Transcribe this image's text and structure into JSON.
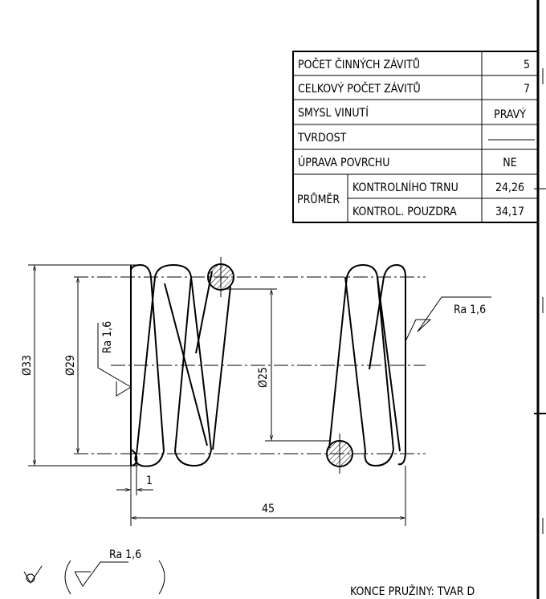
{
  "table": {
    "rows": [
      {
        "label": "POČET ČINNÝCH ZÁVITŮ",
        "value": "5"
      },
      {
        "label": "CELKOVÝ POČET ZÁVITŮ",
        "value": "7"
      },
      {
        "label": "SMYSL VINUTÍ",
        "value": "PRAVÝ"
      },
      {
        "label": "TVRDOST",
        "value": "———"
      },
      {
        "label": "ÚPRAVA POVRCHU",
        "value": "NE"
      }
    ],
    "group_label": "PRŮMĚR",
    "sub_rows": [
      {
        "label": "KONTROLNÍHO TRNU",
        "value": "24,26"
      },
      {
        "label": "KONTROL. POUZDRA",
        "value": "34,17"
      }
    ]
  },
  "dimensions": {
    "outer": "Ø33",
    "mean": "Ø29",
    "inner": "Ø25",
    "end_gap": "1",
    "length": "45"
  },
  "roughness": {
    "left": "Ra 1,6",
    "right": "Ra 1,6",
    "general": "Ra 1,6"
  },
  "note": "KONCE PRUŽINY: TVAR D"
}
